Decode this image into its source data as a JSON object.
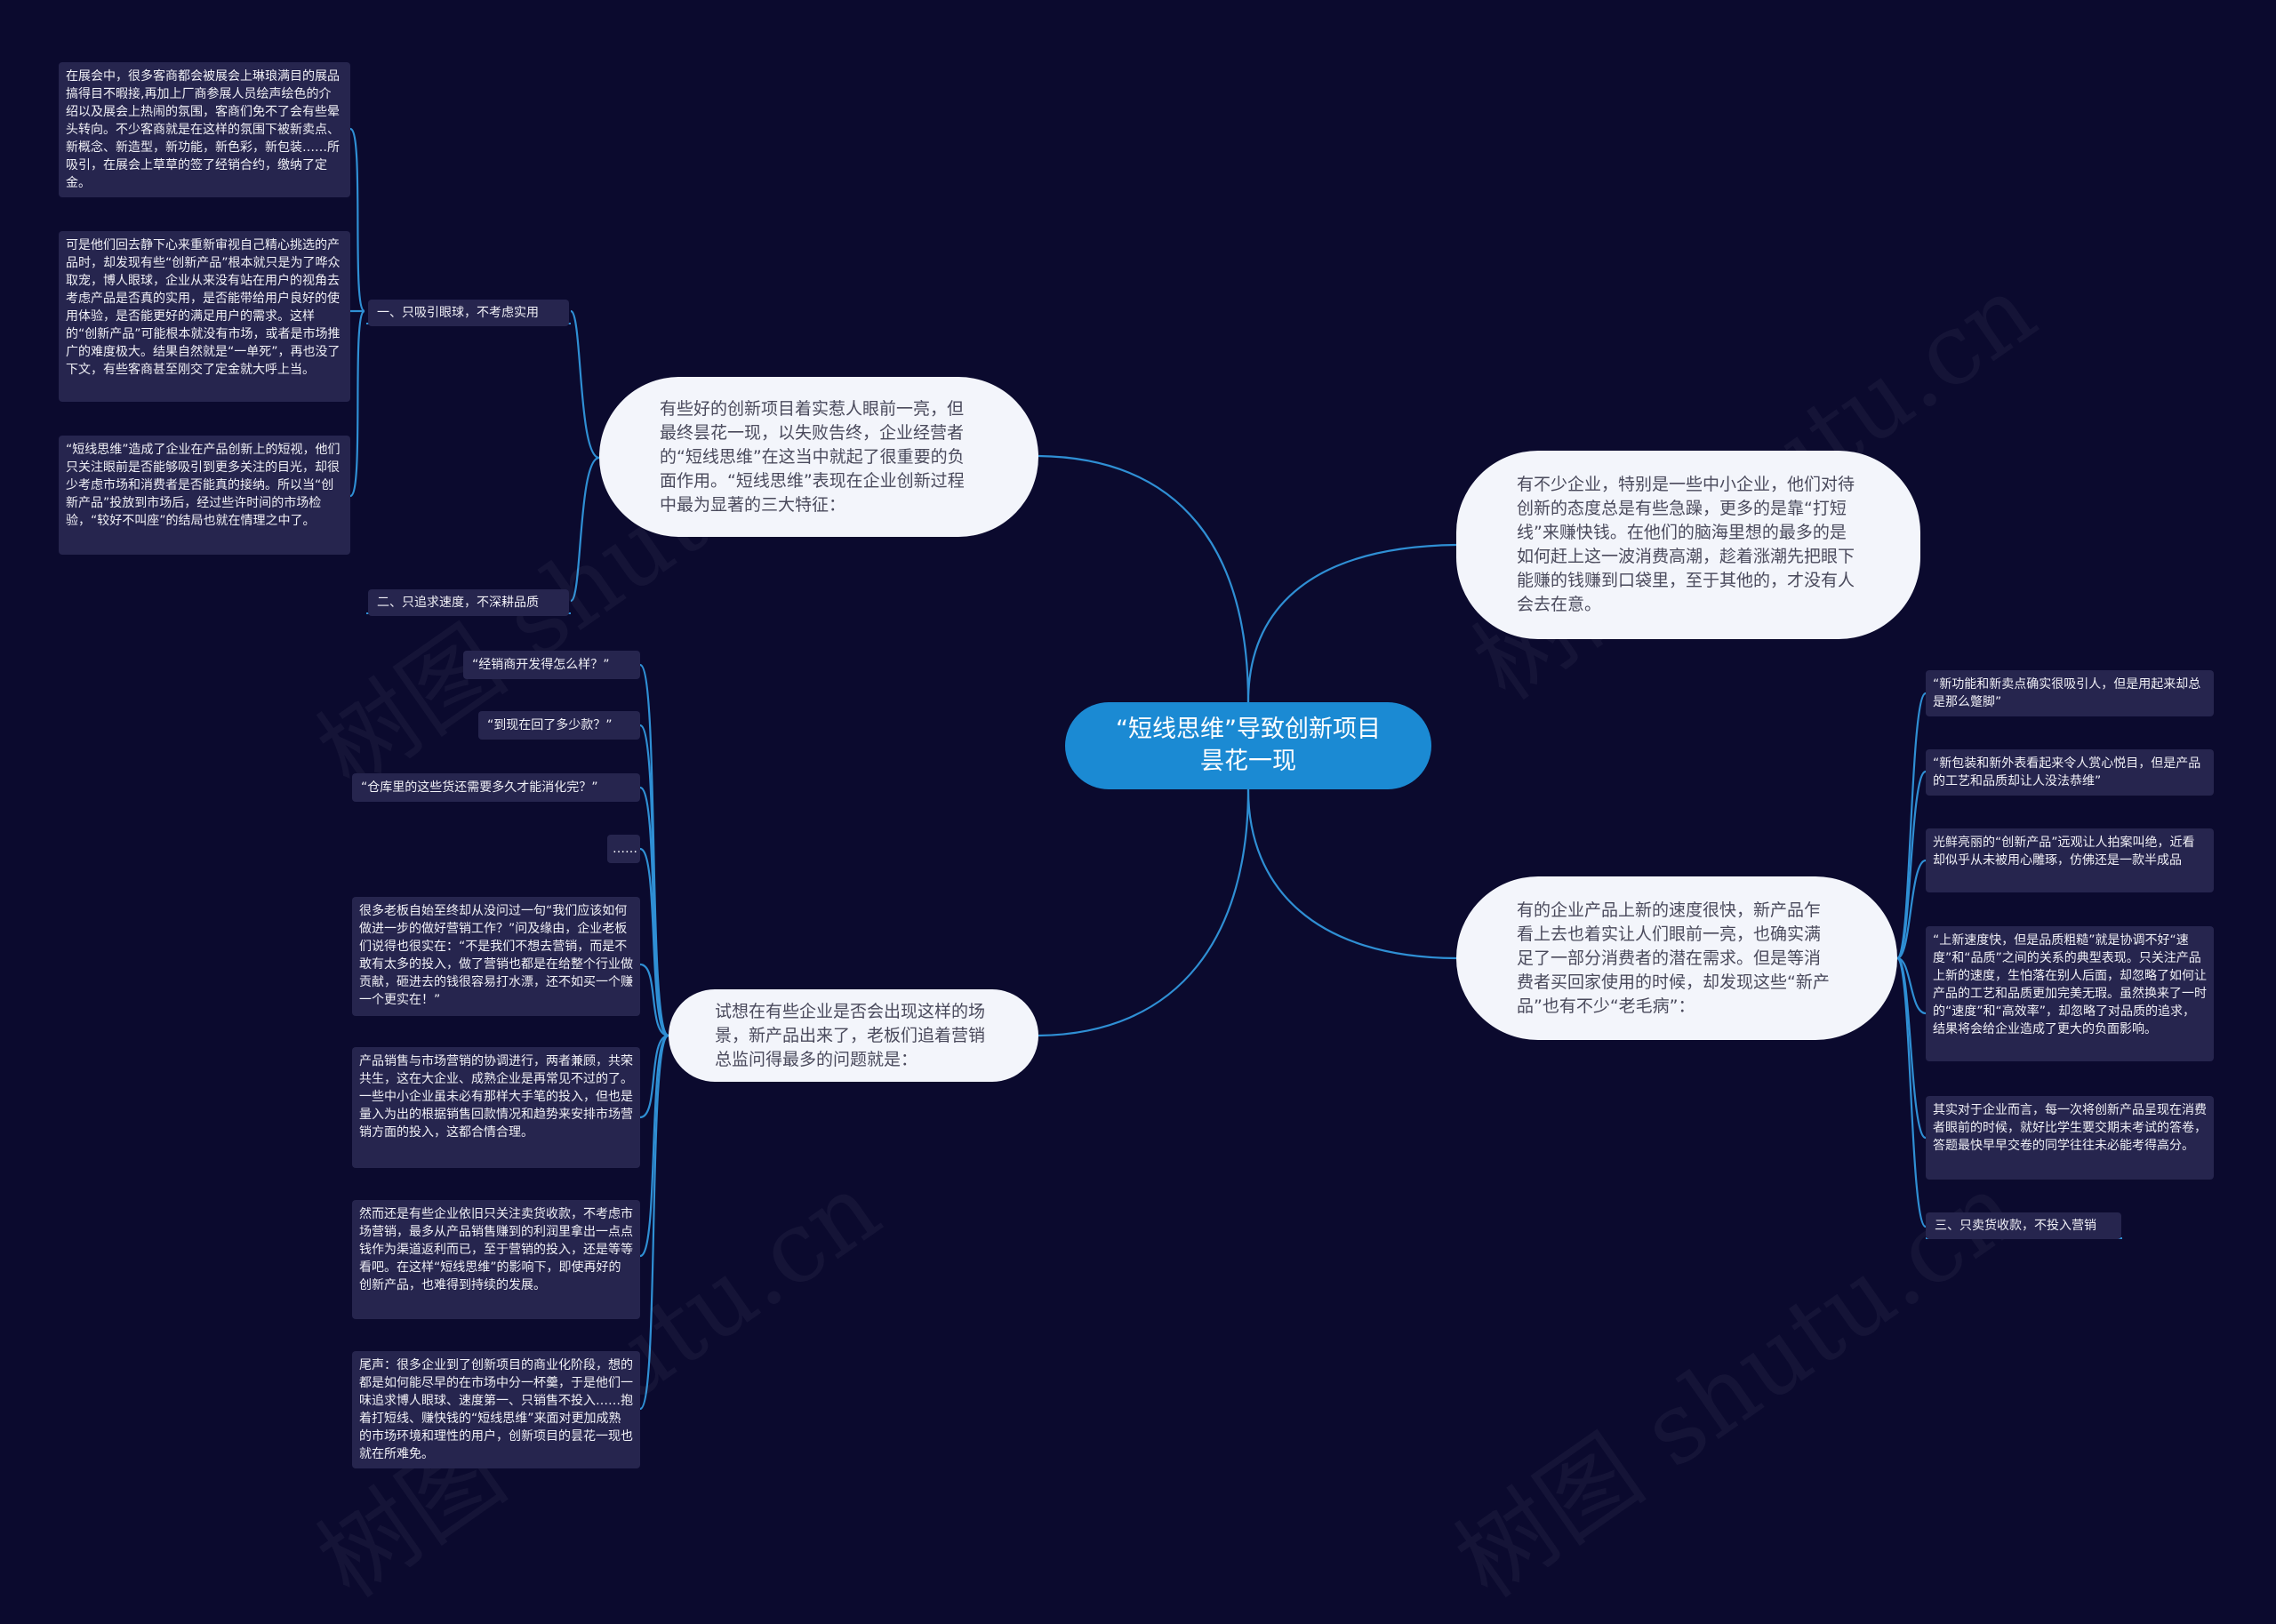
{
  "colors": {
    "background": "#0b0a2e",
    "edge": "#2f8fd4",
    "center": "#1b8ad3",
    "branch": "#f3f5fb",
    "leaf": "#26254e"
  },
  "watermark": "树图 shutu.cn",
  "center": "“短线思维”导致创新项目昙花一现",
  "branches": {
    "top_left": "有些好的创新项目着实惹人眼前一亮，但最终昙花一现，以失败告终，企业经营者的“短线思维”在这当中就起了很重要的负面作用。“短线思维”表现在企业创新过程中最为显著的三大特征：",
    "bottom_left": "试想在有些企业是否会出现这样的场景，新产品出来了，老板们追着营销总监问得最多的问题就是：",
    "top_right": "有不少企业，特别是一些中小企业，他们对待创新的态度总是有些急躁，更多的是靠“打短线”来赚快钱。在他们的脑海里想的最多的是如何赶上这一波消费高潮，趁着涨潮先把眼下能赚的钱赚到口袋里，至于其他的，才没有人会去在意。",
    "bottom_right": "有的企业产品上新的速度很快，新产品乍看上去也着实让人们眼前一亮，也确实满足了一部分消费者的潜在需求。但是等消费者买回家使用的时候，却发现这些“新产品”也有不少“老毛病”："
  },
  "top_left_children": {
    "feature1": "一、只吸引眼球，不考虑实用",
    "feature1_details": [
      "在展会中，很多客商都会被展会上琳琅满目的展品搞得目不暇接,再加上厂商参展人员绘声绘色的介绍以及展会上热闹的氛围，客商们免不了会有些晕头转向。不少客商就是在这样的氛围下被新卖点、新概念、新造型，新功能，新色彩，新包装……所吸引，在展会上草草的签了经销合约，缴纳了定金。",
      "可是他们回去静下心来重新审视自己精心挑选的产品时，却发现有些“创新产品”根本就只是为了哗众取宠，博人眼球，企业从来没有站在用户的视角去考虑产品是否真的实用，是否能带给用户良好的使用体验，是否能更好的满足用户的需求。这样的“创新产品”可能根本就没有市场，或者是市场推广的难度极大。结果自然就是“一单死”，再也没了下文，有些客商甚至刚交了定金就大呼上当。",
      "“短线思维”造成了企业在产品创新上的短视，他们只关注眼前是否能够吸引到更多关注的目光，却很少考虑市场和消费者是否能真的接纳。所以当“创新产品”投放到市场后，经过些许时间的市场检验，“较好不叫座”的结局也就在情理之中了。"
    ],
    "feature2": "二、只追求速度，不深耕品质"
  },
  "bottom_left_children": [
    "“经销商开发得怎么样？”",
    "“到现在回了多少款？”",
    "“仓库里的这些货还需要多久才能消化完？”",
    "……",
    "很多老板自始至终却从没问过一句“我们应该如何做进一步的做好营销工作？”问及缘由，企业老板们说得也很实在：“不是我们不想去营销，而是不敢有太多的投入，做了营销也都是在给整个行业做贡献，砸进去的钱很容易打水漂，还不如买一个赚一个更实在！”",
    "产品销售与市场营销的协调进行，两者兼顾，共荣共生，这在大企业、成熟企业是再常见不过的了。一些中小企业虽未必有那样大手笔的投入，但也是量入为出的根据销售回款情况和趋势来安排市场营销方面的投入，这都合情合理。",
    "然而还是有些企业依旧只关注卖货收款，不考虑市场营销，最多从产品销售赚到的利润里拿出一点点钱作为渠道返利而已，至于营销的投入，还是等等看吧。在这样“短线思维”的影响下，即使再好的创新产品，也难得到持续的发展。",
    "尾声：很多企业到了创新项目的商业化阶段，想的都是如何能尽早的在市场中分一杯羹，于是他们一味追求博人眼球、速度第一、只销售不投入……抱着打短线、赚快钱的“短线思维”来面对更加成熟的市场环境和理性的用户，创新项目的昙花一现也就在所难免。"
  ],
  "bottom_right_children": [
    "“新功能和新卖点确实很吸引人，但是用起来却总是那么蹩脚”",
    "“新包装和新外表看起来令人赏心悦目，但是产品的工艺和品质却让人没法恭维”",
    "光鲜亮丽的“创新产品”远观让人拍案叫绝，近看却似乎从未被用心雕琢，仿佛还是一款半成品",
    "“上新速度快，但是品质粗糙”就是协调不好“速度”和“品质”之间的关系的典型表现。只关注产品上新的速度，生怕落在别人后面，却忽略了如何让产品的工艺和品质更加完美无瑕。虽然换来了一时的“速度”和“高效率”，却忽略了对品质的追求，结果将会给企业造成了更大的负面影响。",
    "其实对于企业而言，每一次将创新产品呈现在消费者眼前的时候，就好比学生要交期末考试的答卷，答题最快早早交卷的同学往往未必能考得高分。",
    "三、只卖货收款，不投入营销"
  ]
}
